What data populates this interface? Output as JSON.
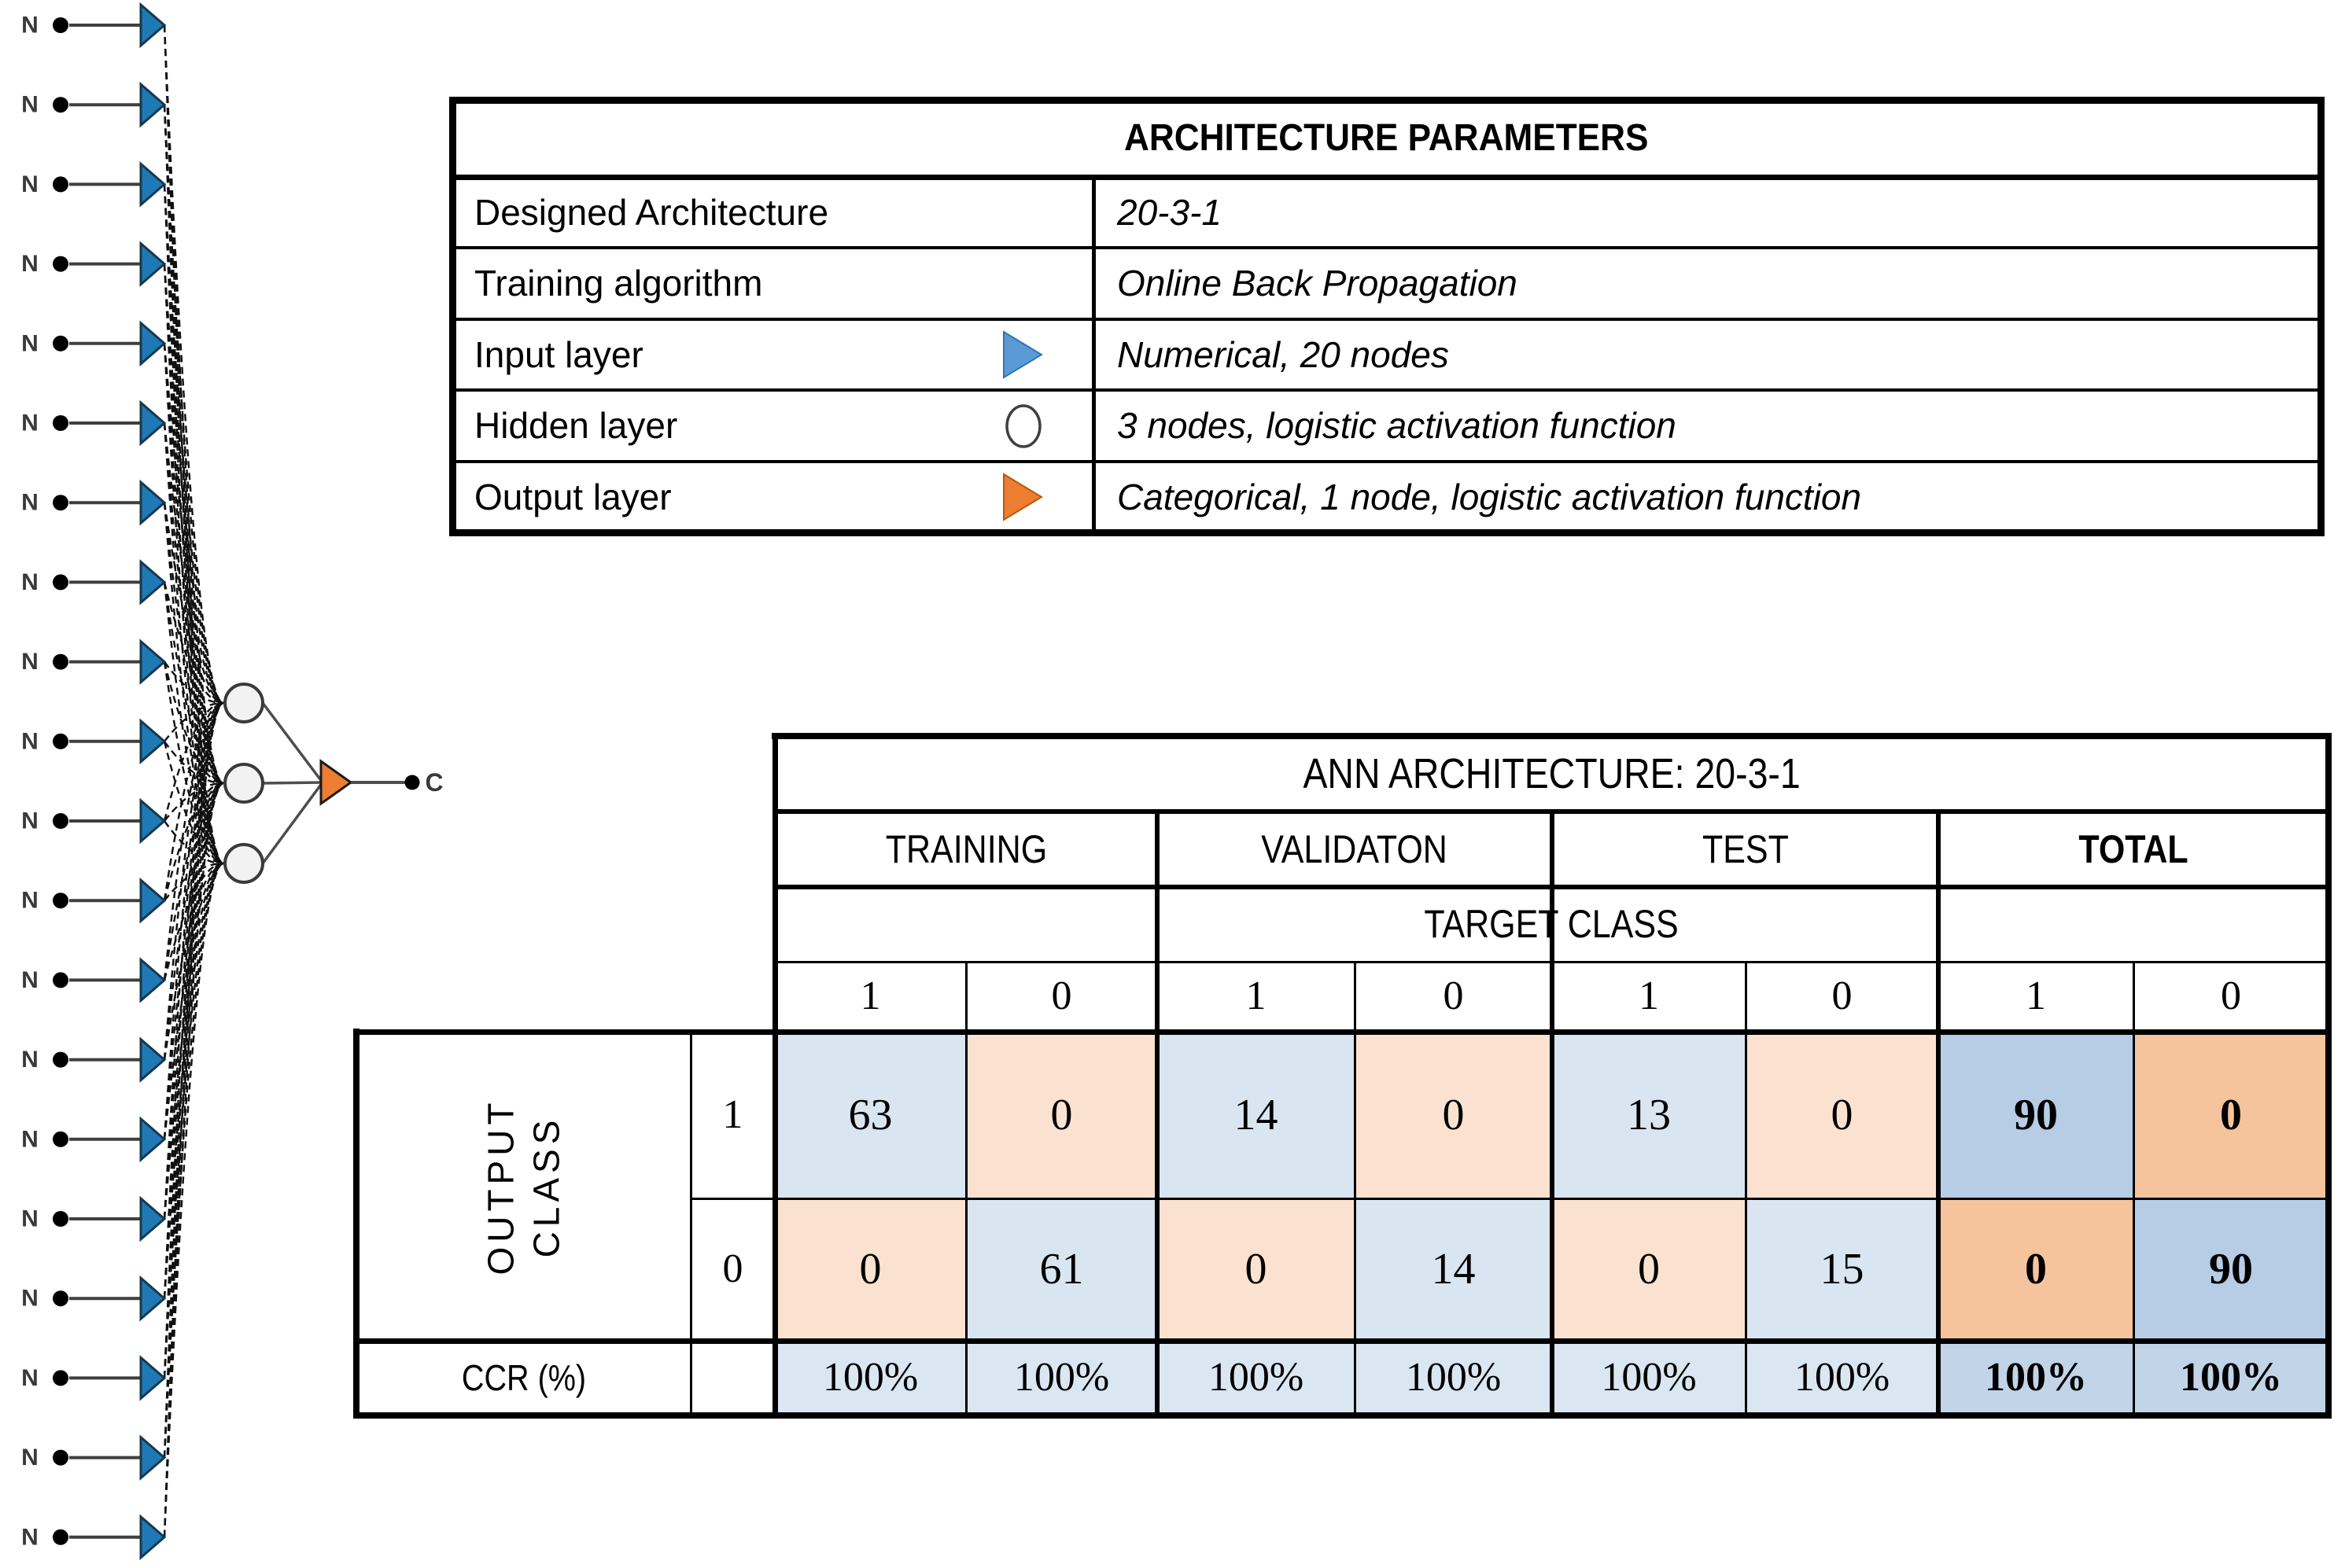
{
  "network": {
    "input_node_label": "N",
    "output_node_label": "C",
    "input_node_count": 20,
    "hidden_node_count": 3,
    "colors": {
      "input_node_fill": "#1e79b4",
      "hidden_node_fill": "#f2f2f2",
      "output_node_fill": "#ed7d31"
    }
  },
  "architecture_parameters": {
    "title": "ARCHITECTURE PARAMETERS",
    "rows": [
      {
        "label": "Designed Architecture",
        "icon": "",
        "value": "20-3-1"
      },
      {
        "label": "Training algorithm",
        "icon": "",
        "value": "Online Back Propagation"
      },
      {
        "label": "Input layer",
        "icon": "input-layer-triangle-icon",
        "value": "Numerical, 20 nodes"
      },
      {
        "label": "Hidden layer",
        "icon": "hidden-layer-circle-icon",
        "value": "3 nodes, logistic activation function"
      },
      {
        "label": "Output layer",
        "icon": "output-layer-triangle-icon",
        "value": "Categorical, 1 node, logistic activation function"
      }
    ],
    "icon_colors": {
      "input_triangle": "#5b9bd5",
      "hidden_circle": "#ffffff",
      "output_triangle": "#ed7d31"
    }
  },
  "results_table": {
    "title": "ANN ARCHITECTURE: 20-3-1",
    "group_headers": [
      {
        "label": "TRAINING",
        "bold": false
      },
      {
        "label": "VALIDATON",
        "bold": false
      },
      {
        "label": "TEST",
        "bold": false
      },
      {
        "label": "TOTAL",
        "bold": true
      }
    ],
    "target_class_label": "TARGET CLASS",
    "target_class_values": [
      "1",
      "0",
      "1",
      "0",
      "1",
      "0",
      "1",
      "0"
    ],
    "output_class_line1": "OUTPUT",
    "output_class_line2": "CLASS",
    "output_rows": [
      {
        "label": "1",
        "values": [
          "63",
          "0",
          "14",
          "0",
          "13",
          "0",
          "90",
          "0"
        ]
      },
      {
        "label": "0",
        "values": [
          "0",
          "61",
          "0",
          "14",
          "0",
          "15",
          "0",
          "90"
        ]
      }
    ],
    "ccr_row": {
      "label": "CCR (%)",
      "values": [
        "100%",
        "100%",
        "100%",
        "100%",
        "100%",
        "100%",
        "100%",
        "100%"
      ]
    },
    "colors": {
      "cell_blue": "#d9e5f1",
      "cell_orange": "#fbe2d0",
      "total_blue": "#b7cde5",
      "total_orange": "#f5c49c",
      "ccr_blue": "#dae6f2",
      "ccr_total_blue": "#c2d4e8"
    }
  }
}
